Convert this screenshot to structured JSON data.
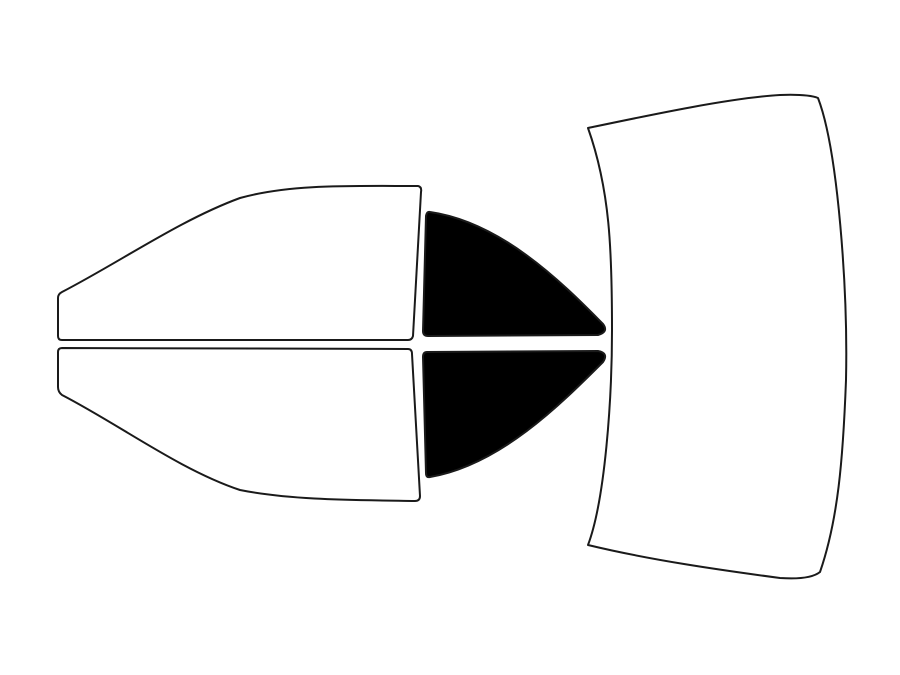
{
  "diagram": {
    "colors": {
      "background": "#ffffff",
      "outline": "#1a1a1a",
      "tinted": "#000000",
      "untinted": "#ffffff"
    },
    "panes": [
      {
        "id": "front-driver-window",
        "tinted": false
      },
      {
        "id": "rear-driver-window",
        "tinted": true
      },
      {
        "id": "front-passenger-window",
        "tinted": false
      },
      {
        "id": "rear-passenger-window",
        "tinted": true
      },
      {
        "id": "rear-windshield",
        "tinted": false
      }
    ]
  }
}
